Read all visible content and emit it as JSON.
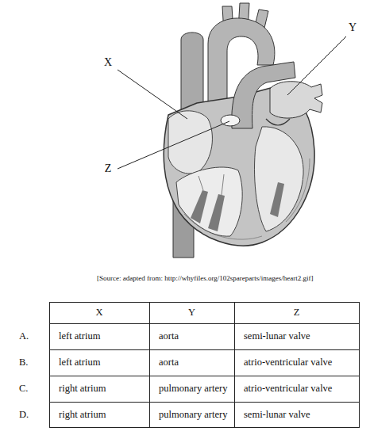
{
  "diagram": {
    "labels": [
      "X",
      "Y",
      "Z",
      "[Source: adapted from: http://whyfiles.org/102spareparts/images/heart2.gif]",
      "X",
      "Y",
      "Z",
      "A.",
      "left atrium",
      "aorta",
      "semi-lunar valve",
      "B.",
      "left atrium",
      "aorta",
      "atrio-ventricular valve",
      "C.",
      "right atrium",
      "pulmonary artery",
      "atrio-ventricular valve",
      "D.",
      "right atrium",
      "pulmonary artery",
      "semi-lunar valve"
    ]
  }
}
